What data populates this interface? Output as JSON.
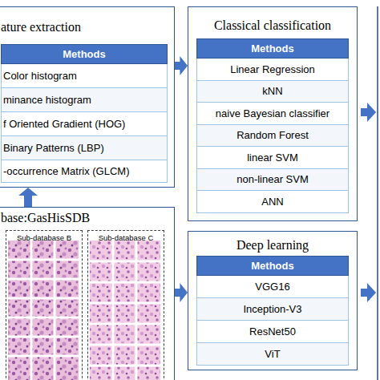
{
  "diagram": {
    "nodes": [
      {
        "text": [
          "ature extraction"
        ]
      },
      {
        "text": [
          "Methods"
        ],
        "in": 0
      },
      {
        "text": [
          "Color histogram"
        ],
        "in": 0
      },
      {
        "text": [
          "minance histogram"
        ],
        "in": 0
      },
      {
        "text": [
          "f Oriented Gradient (HOG)"
        ],
        "in": 0
      },
      {
        "text": [
          "Binary Patterns (LBP)"
        ],
        "in": 0
      },
      {
        "text": [
          "-occurrence Matrix (GLCM)"
        ],
        "in": 0
      },
      {
        "text": [
          "Classical classification"
        ]
      },
      {
        "text": [
          "Methods"
        ],
        "in": 7
      },
      {
        "text": [
          "Linear Regression"
        ],
        "in": 7
      },
      {
        "text": [
          "kNN"
        ],
        "in": 7
      },
      {
        "text": [
          "naive Bayesian classifier"
        ],
        "in": 7
      },
      {
        "text": [
          "Random Forest"
        ],
        "in": 7
      },
      {
        "text": [
          "linear SVM"
        ],
        "in": 7
      },
      {
        "text": [
          "non-linear SVM"
        ],
        "in": 7
      },
      {
        "text": [
          "ANN"
        ],
        "in": 7
      },
      {
        "text": [
          "base:GasHisSDB"
        ]
      },
      {
        "text": [
          "Sub-database B"
        ],
        "in": 16
      },
      {
        "text": [
          "Sub-database C"
        ],
        "in": 16
      },
      {
        "text": [
          "Deep learning"
        ]
      },
      {
        "text": [
          "Methods"
        ],
        "in": 19
      },
      {
        "text": [
          "VGG16"
        ],
        "in": 19
      },
      {
        "text": [
          "Inception-V3"
        ],
        "in": 19
      },
      {
        "text": [
          "ResNet50"
        ],
        "in": 19
      },
      {
        "text": [
          "ViT"
        ],
        "in": 19
      }
    ],
    "edges": [
      {
        "from": 0,
        "to": 7,
        "arrow": "to"
      },
      {
        "from": 16,
        "to": 0,
        "arrow": "to"
      },
      {
        "from": 16,
        "to": 19,
        "arrow": "to"
      }
    ]
  }
}
